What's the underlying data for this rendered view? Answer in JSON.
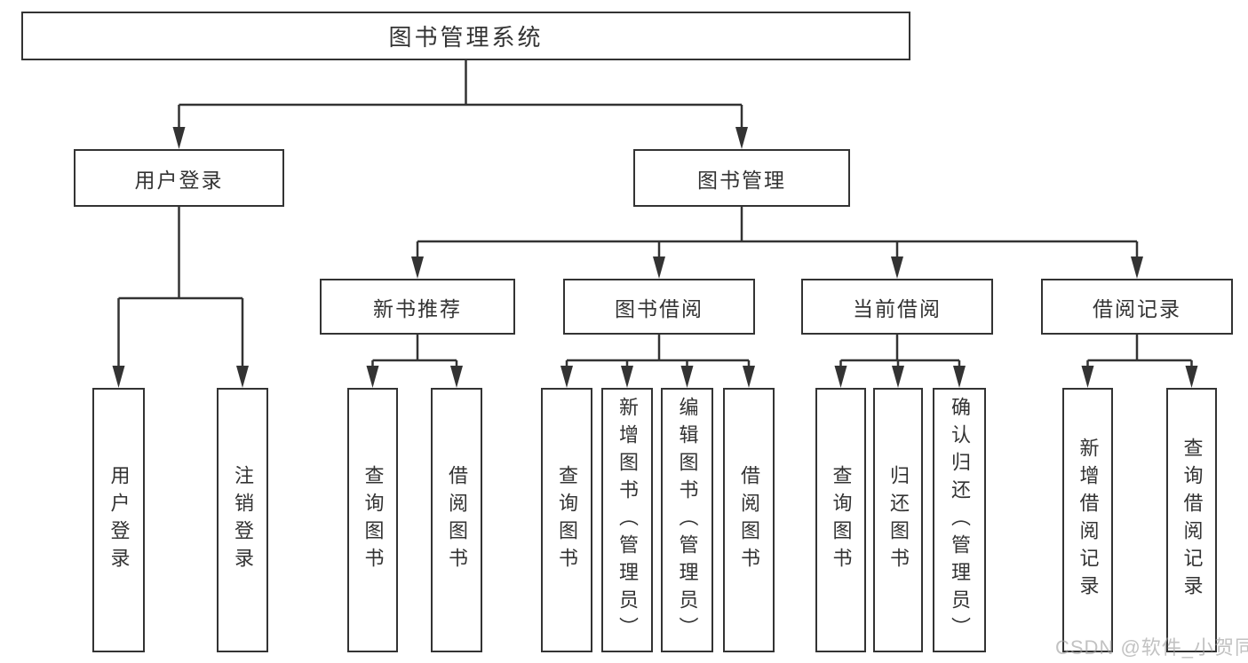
{
  "diagram": {
    "title": "图书管理系统",
    "root": {
      "label": "图书管理系统"
    },
    "branches": [
      {
        "label": "用户登录",
        "children": [
          {
            "label": "用户登录"
          },
          {
            "label": "注销登录"
          }
        ]
      },
      {
        "label": "图书管理",
        "children": [
          {
            "label": "新书推荐",
            "children": [
              {
                "label": "查询图书"
              },
              {
                "label": "借阅图书"
              }
            ]
          },
          {
            "label": "图书借阅",
            "children": [
              {
                "label": "查询图书"
              },
              {
                "label": "新增图书（管理员）"
              },
              {
                "label": "编辑图书（管理员）"
              },
              {
                "label": "借阅图书"
              }
            ]
          },
          {
            "label": "当前借阅",
            "children": [
              {
                "label": "查询图书"
              },
              {
                "label": "归还图书"
              },
              {
                "label": "确认归还（管理员）"
              }
            ]
          },
          {
            "label": "借阅记录",
            "children": [
              {
                "label": "新增借阅记录"
              },
              {
                "label": "查询借阅记录"
              }
            ]
          }
        ]
      }
    ],
    "watermark": "CSDN @软件_小贺同学",
    "colors": {
      "line": "#333333",
      "box_border": "#333333",
      "text": "#333333",
      "background": "#ffffff",
      "watermark": "#9d9d9d"
    }
  }
}
